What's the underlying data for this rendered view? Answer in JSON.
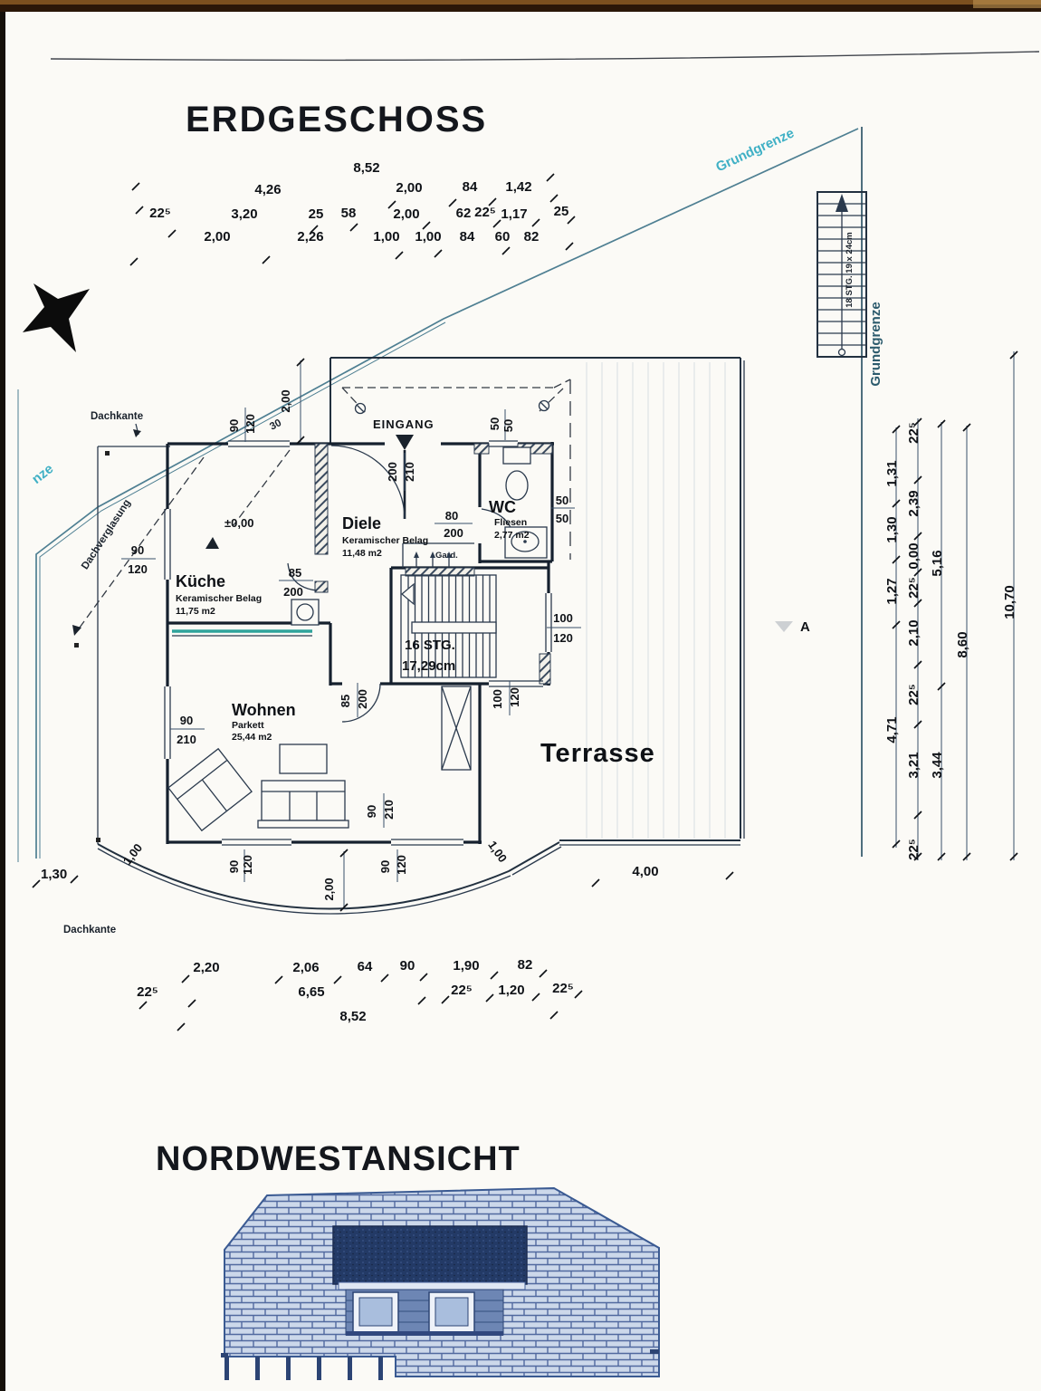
{
  "titles": {
    "floor_plan": "ERDGESCHOSS",
    "elevation": "NORDWESTANSICHT"
  },
  "site": {
    "boundary_diagonal": "Grundgrenze",
    "boundary_vertical": "Grundgrenze",
    "boundary_left_partial": "nze",
    "slope_label": "30",
    "roof_edge_top": "Dachkante",
    "roof_edge_bottom": "Dachkante",
    "roof_glazing": "Dachverglasung",
    "exterior_stairs": "18 STG. 19 x 24cm",
    "section_marker": "A",
    "level_marker": "±0,00",
    "entrance": "EINGANG"
  },
  "rooms": {
    "kueche": {
      "name": "Küche",
      "floor": "Keramischer Belag",
      "area": "11,75 m2"
    },
    "diele": {
      "name": "Diele",
      "floor": "Keramischer Belag",
      "area": "11,48 m2"
    },
    "wc": {
      "name": "WC",
      "floor": "Fliesen",
      "area": "2,77 m2"
    },
    "wohnen": {
      "name": "Wohnen",
      "floor": "Parkett",
      "area": "25,44 m2"
    },
    "terrasse": "Terrasse",
    "garderobe": "Gard.",
    "stairs_label": "16 STG.",
    "stairs_step": "17,29cm"
  },
  "dims": {
    "top_rows": [
      [
        "8,52"
      ],
      [
        "4,26",
        "2,00",
        "84",
        "1,42"
      ],
      [
        "22⁵",
        "3,20",
        "25",
        "58",
        "2,00",
        "62",
        "22⁵",
        "1,17",
        "25"
      ],
      [
        "2,00",
        "2,26",
        "1,00",
        "1,00",
        "84",
        "60",
        "82"
      ]
    ],
    "bottom_rows": [
      [
        "2,20",
        "2,06",
        "64",
        "90",
        "1,90",
        "82"
      ],
      [
        "22⁵",
        "6,65",
        "22⁵",
        "1,20",
        "22⁵"
      ],
      [
        "8,52"
      ]
    ],
    "right_chains": {
      "a": [
        "1,31",
        "1,30",
        "1,27",
        "4,71"
      ],
      "b": [
        "22⁵",
        "2,39",
        "0,00",
        "22⁵",
        "2,10",
        "22⁵",
        "3,21",
        "22⁵"
      ],
      "c": [
        "5,16",
        "3,44"
      ],
      "d": [
        "8,60"
      ],
      "e": [
        "10,70"
      ]
    },
    "site_misc": {
      "left": "1,30",
      "terrace_width": "4,00",
      "bay_depth": "2,00",
      "bay_left": "1,00",
      "bay_right": "1,00",
      "porch_depth": "2,00"
    },
    "openings": {
      "win_top_left": [
        "90",
        "120"
      ],
      "door_entrance": [
        "200",
        "210"
      ],
      "win_wc_top": [
        "50",
        "50"
      ],
      "win_wc_right": [
        "50",
        "50"
      ],
      "door_diele_stairs": [
        "80",
        "200"
      ],
      "door_kueche": [
        "85",
        "200"
      ],
      "win_kueche_left": [
        "90",
        "120"
      ],
      "win_stairs_right": [
        "100",
        "120"
      ],
      "door_terrasse": [
        "100",
        "120"
      ],
      "door_wohnen": [
        "85",
        "200"
      ],
      "win_wohnen_left": [
        "90",
        "210"
      ],
      "win_wohnen_right": [
        "90",
        "210"
      ],
      "win_bottom_left": [
        "90",
        "120"
      ],
      "win_bottom_right": [
        "90",
        "120"
      ]
    }
  },
  "colors": {
    "ink": "#1d2836",
    "boundary_teal": "#4e7f92",
    "label_teal": "#3fb0c5",
    "counter_teal": "#2fa39b",
    "elevation_blue": "#47639b",
    "paper": "#fbfaf6"
  }
}
